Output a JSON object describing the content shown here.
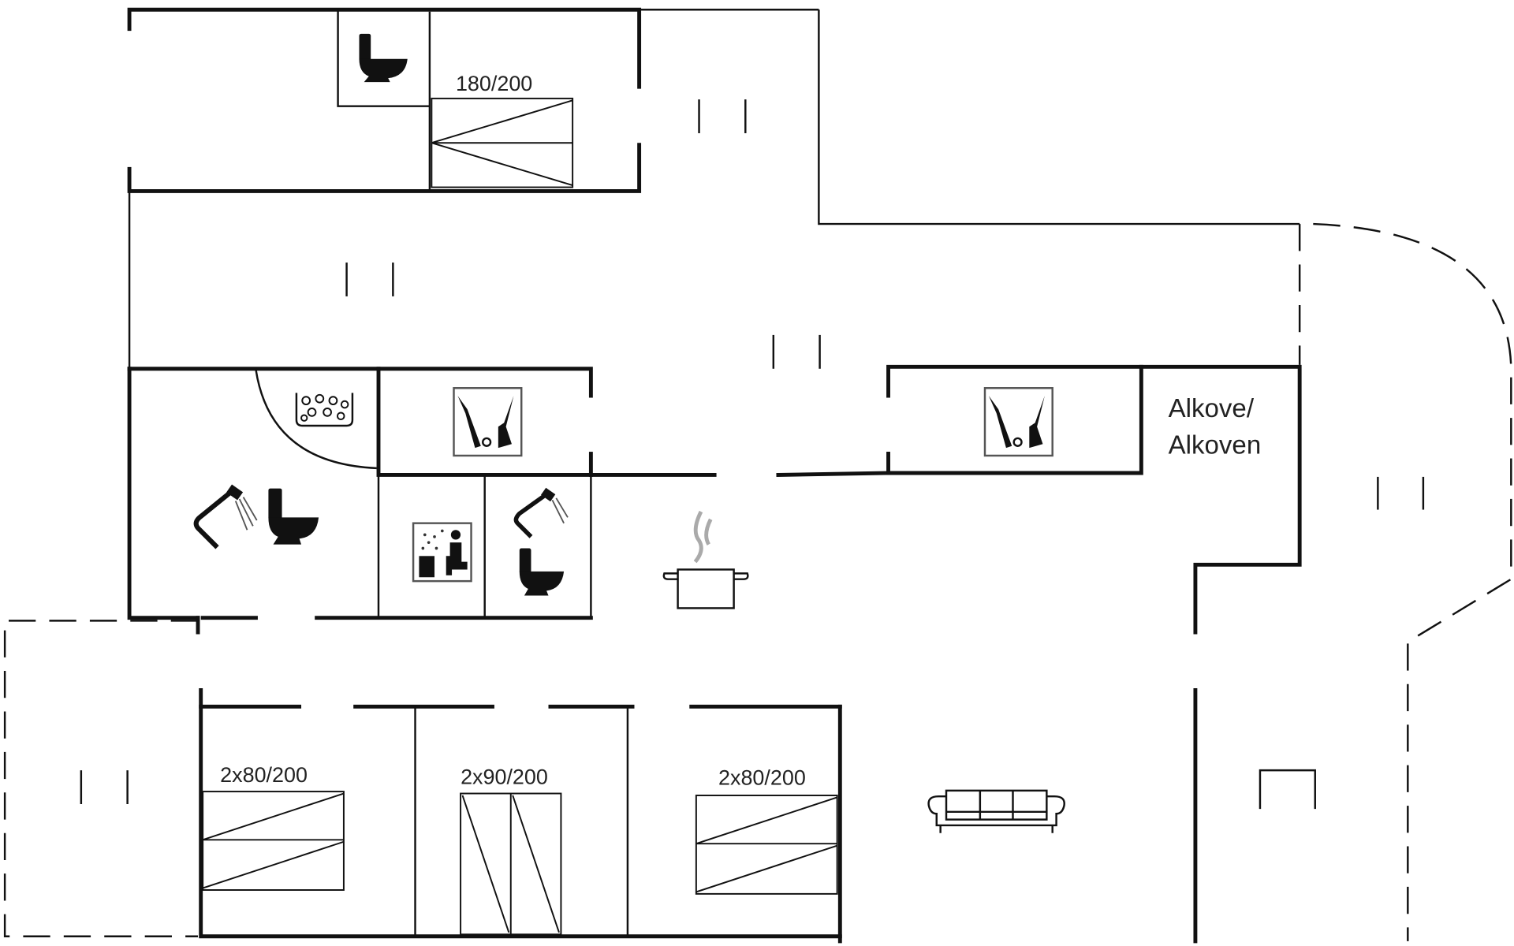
{
  "plan": {
    "labels": {
      "bed_top": "180/200",
      "alcove_line1": "Alkove/",
      "alcove_line2": "Alkoven",
      "bed_left": "2x80/200",
      "bed_middle": "2x90/200",
      "bed_right": "2x80/200"
    },
    "icons": [
      "toilet-icon",
      "shower-icon",
      "whirlpool-icon",
      "washing-machine-icon",
      "sauna-icon",
      "cooking-pot-icon",
      "sofa-icon",
      "fireplace-icon",
      "window-icon"
    ],
    "colors": {
      "wall": "#111111",
      "background": "#ffffff",
      "steam": "#aaaaaa"
    }
  }
}
